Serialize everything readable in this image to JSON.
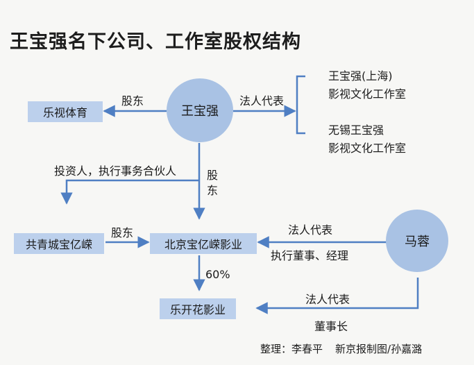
{
  "title": "王宝强名下公司、工作室股权结构",
  "nodes": {
    "wangbaoqiang": "王宝强",
    "marong": "马蓉",
    "leshi": "乐视体育",
    "gongqingcheng": "共青城宝亿嵘",
    "beijing": "北京宝亿嵘影业",
    "lekaihua": "乐开花影业",
    "studio_shanghai": [
      "王宝强(上海)",
      "影视文化工作室"
    ],
    "studio_wuxi": [
      "无锡王宝强",
      "影视文化工作室"
    ]
  },
  "edges": {
    "wbq_to_leshi": "股东",
    "wbq_to_studios": "法人代表",
    "investor": "投资人，执行事务合伙人",
    "wbq_to_beijing": "股东",
    "gqc_to_beijing": "股东",
    "mr_to_beijing_top": "法人代表",
    "mr_to_beijing_bottom": "执行董事、经理",
    "beijing_to_lekaihua": "60%",
    "mr_to_lekaihua_top": "法人代表",
    "mr_to_lekaihua_bottom": "董事长"
  },
  "credit": {
    "editor": "整理：李春平",
    "graphic": "新京报制图/孙嘉潞"
  },
  "colors": {
    "circle": "#a9c2e4",
    "box": "#bcd0ec",
    "line": "#4f7fc3"
  }
}
